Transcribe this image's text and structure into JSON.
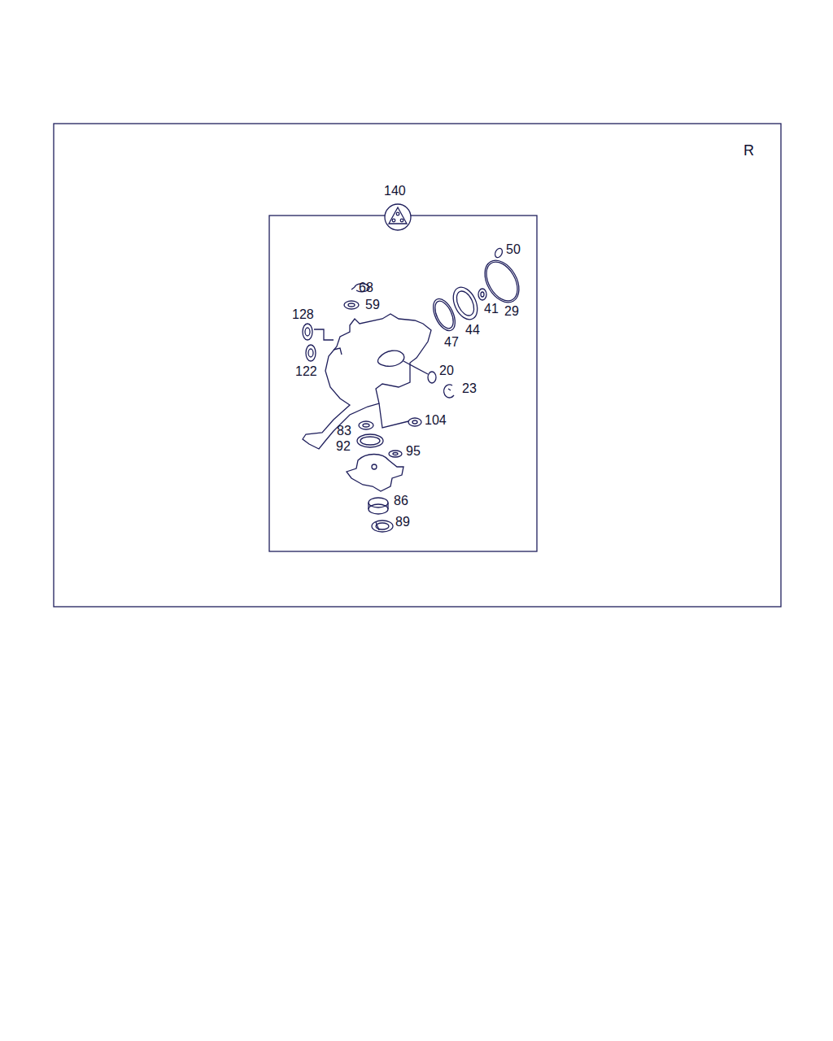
{
  "diagram": {
    "labels": [
      "R",
      "140",
      "50",
      "68",
      "59",
      "41",
      "29",
      "128",
      "47",
      "44",
      "122",
      "20",
      "23",
      "104",
      "83",
      "92",
      "95",
      "86",
      "89"
    ]
  }
}
